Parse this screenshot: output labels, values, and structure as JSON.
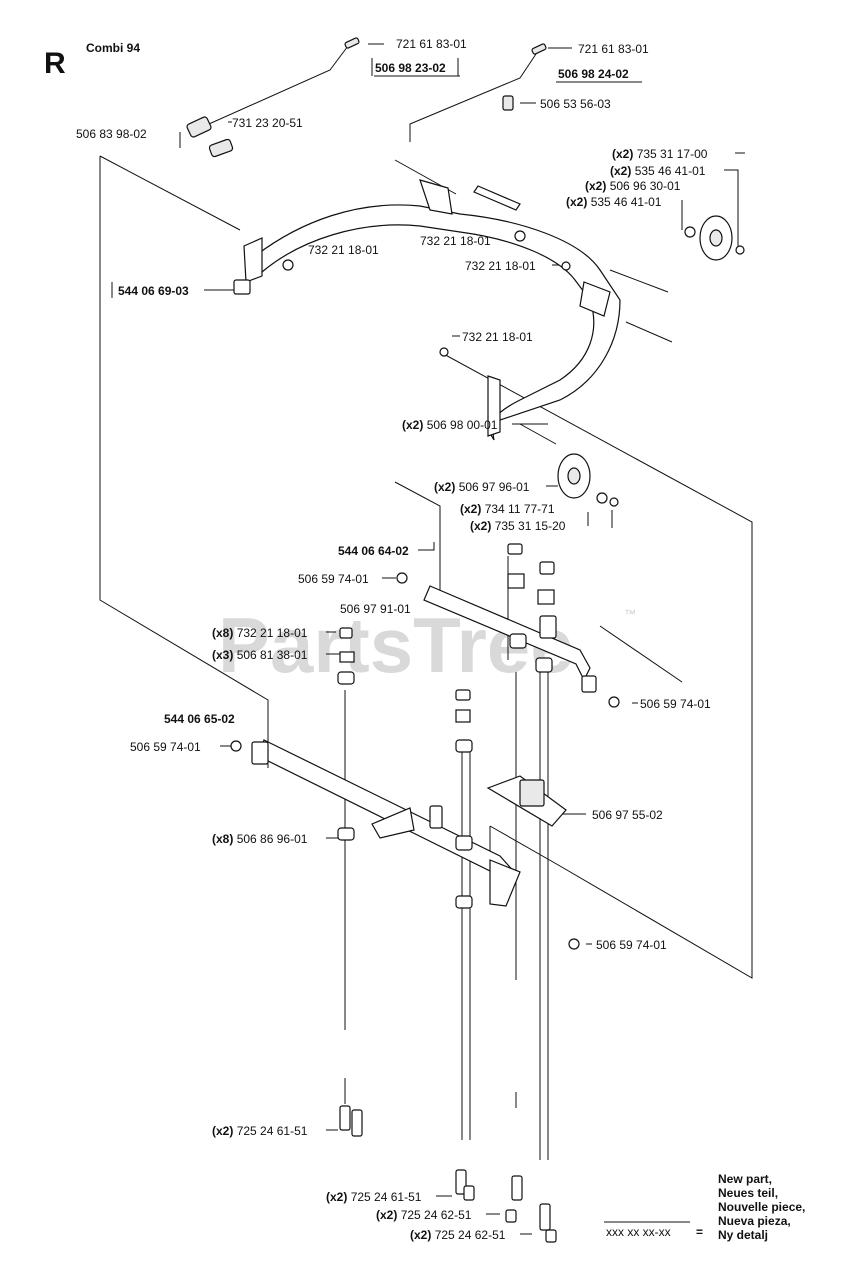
{
  "page": {
    "section_letter": "R",
    "model": "Combi 94",
    "watermark": "PartsTree",
    "watermark_tm": "™"
  },
  "labels": [
    {
      "id": "l1",
      "qty": "",
      "num": "721 61 83-01",
      "bold": false
    },
    {
      "id": "l2",
      "qty": "",
      "num": "506 98 23-02",
      "bold": true
    },
    {
      "id": "l3",
      "qty": "",
      "num": "721 61 83-01",
      "bold": false
    },
    {
      "id": "l4",
      "qty": "",
      "num": "506 98 24-02",
      "bold": true
    },
    {
      "id": "l5",
      "qty": "",
      "num": "506 53 56-03",
      "bold": false
    },
    {
      "id": "l6",
      "qty": "",
      "num": "731 23 20-51",
      "bold": false
    },
    {
      "id": "l7",
      "qty": "",
      "num": "506 83 98-02",
      "bold": false
    },
    {
      "id": "l8",
      "qty": "(x2)",
      "num": "735 31 17-00",
      "bold": false
    },
    {
      "id": "l9",
      "qty": "(x2)",
      "num": "535 46 41-01",
      "bold": false
    },
    {
      "id": "l10",
      "qty": "(x2)",
      "num": "506 96 30-01",
      "bold": false
    },
    {
      "id": "l11",
      "qty": "(x2)",
      "num": "535 46 41-01",
      "bold": false
    },
    {
      "id": "l12",
      "qty": "",
      "num": "732 21 18-01",
      "bold": false
    },
    {
      "id": "l13",
      "qty": "",
      "num": "732 21 18-01",
      "bold": false
    },
    {
      "id": "l14",
      "qty": "",
      "num": "732 21 18-01",
      "bold": false
    },
    {
      "id": "l15",
      "qty": "",
      "num": "544 06 69-03",
      "bold": true
    },
    {
      "id": "l16",
      "qty": "",
      "num": "732 21 18-01",
      "bold": false
    },
    {
      "id": "l17",
      "qty": "(x2)",
      "num": "506 98 00-01",
      "bold": false
    },
    {
      "id": "l18",
      "qty": "(x2)",
      "num": "506 97 96-01",
      "bold": false
    },
    {
      "id": "l19",
      "qty": "(x2)",
      "num": "734 11 77-71",
      "bold": false
    },
    {
      "id": "l20",
      "qty": "(x2)",
      "num": "735 31 15-20",
      "bold": false
    },
    {
      "id": "l21",
      "qty": "",
      "num": "544 06 64-02",
      "bold": true
    },
    {
      "id": "l22",
      "qty": "",
      "num": "506 59 74-01",
      "bold": false
    },
    {
      "id": "l23",
      "qty": "",
      "num": "506 97 91-01",
      "bold": false
    },
    {
      "id": "l24",
      "qty": "(x8)",
      "num": "732 21 18-01",
      "bold": false
    },
    {
      "id": "l25",
      "qty": "(x3)",
      "num": "506 81 38-01",
      "bold": false
    },
    {
      "id": "l26",
      "qty": "",
      "num": "506 59 74-01",
      "bold": false
    },
    {
      "id": "l27",
      "qty": "",
      "num": "544 06 65-02",
      "bold": true
    },
    {
      "id": "l28",
      "qty": "",
      "num": "506 59 74-01",
      "bold": false
    },
    {
      "id": "l29",
      "qty": "",
      "num": "506 97 55-02",
      "bold": false
    },
    {
      "id": "l30",
      "qty": "(x8)",
      "num": "506 86 96-01",
      "bold": false
    },
    {
      "id": "l31",
      "qty": "",
      "num": "506 59 74-01",
      "bold": false
    },
    {
      "id": "l32",
      "qty": "(x2)",
      "num": "725 24 61-51",
      "bold": false
    },
    {
      "id": "l33",
      "qty": "(x2)",
      "num": "725 24 61-51",
      "bold": false
    },
    {
      "id": "l34",
      "qty": "(x2)",
      "num": "725 24 62-51",
      "bold": false
    },
    {
      "id": "l35",
      "qty": "(x2)",
      "num": "725 24 62-51",
      "bold": false
    }
  ],
  "legend": {
    "lines": [
      "New part,",
      "Neues teil,",
      "Nouvelle piece,",
      "Nueva pieza,",
      "Ny detalj"
    ],
    "code": "xxx xx xx-xx",
    "equals": "="
  }
}
